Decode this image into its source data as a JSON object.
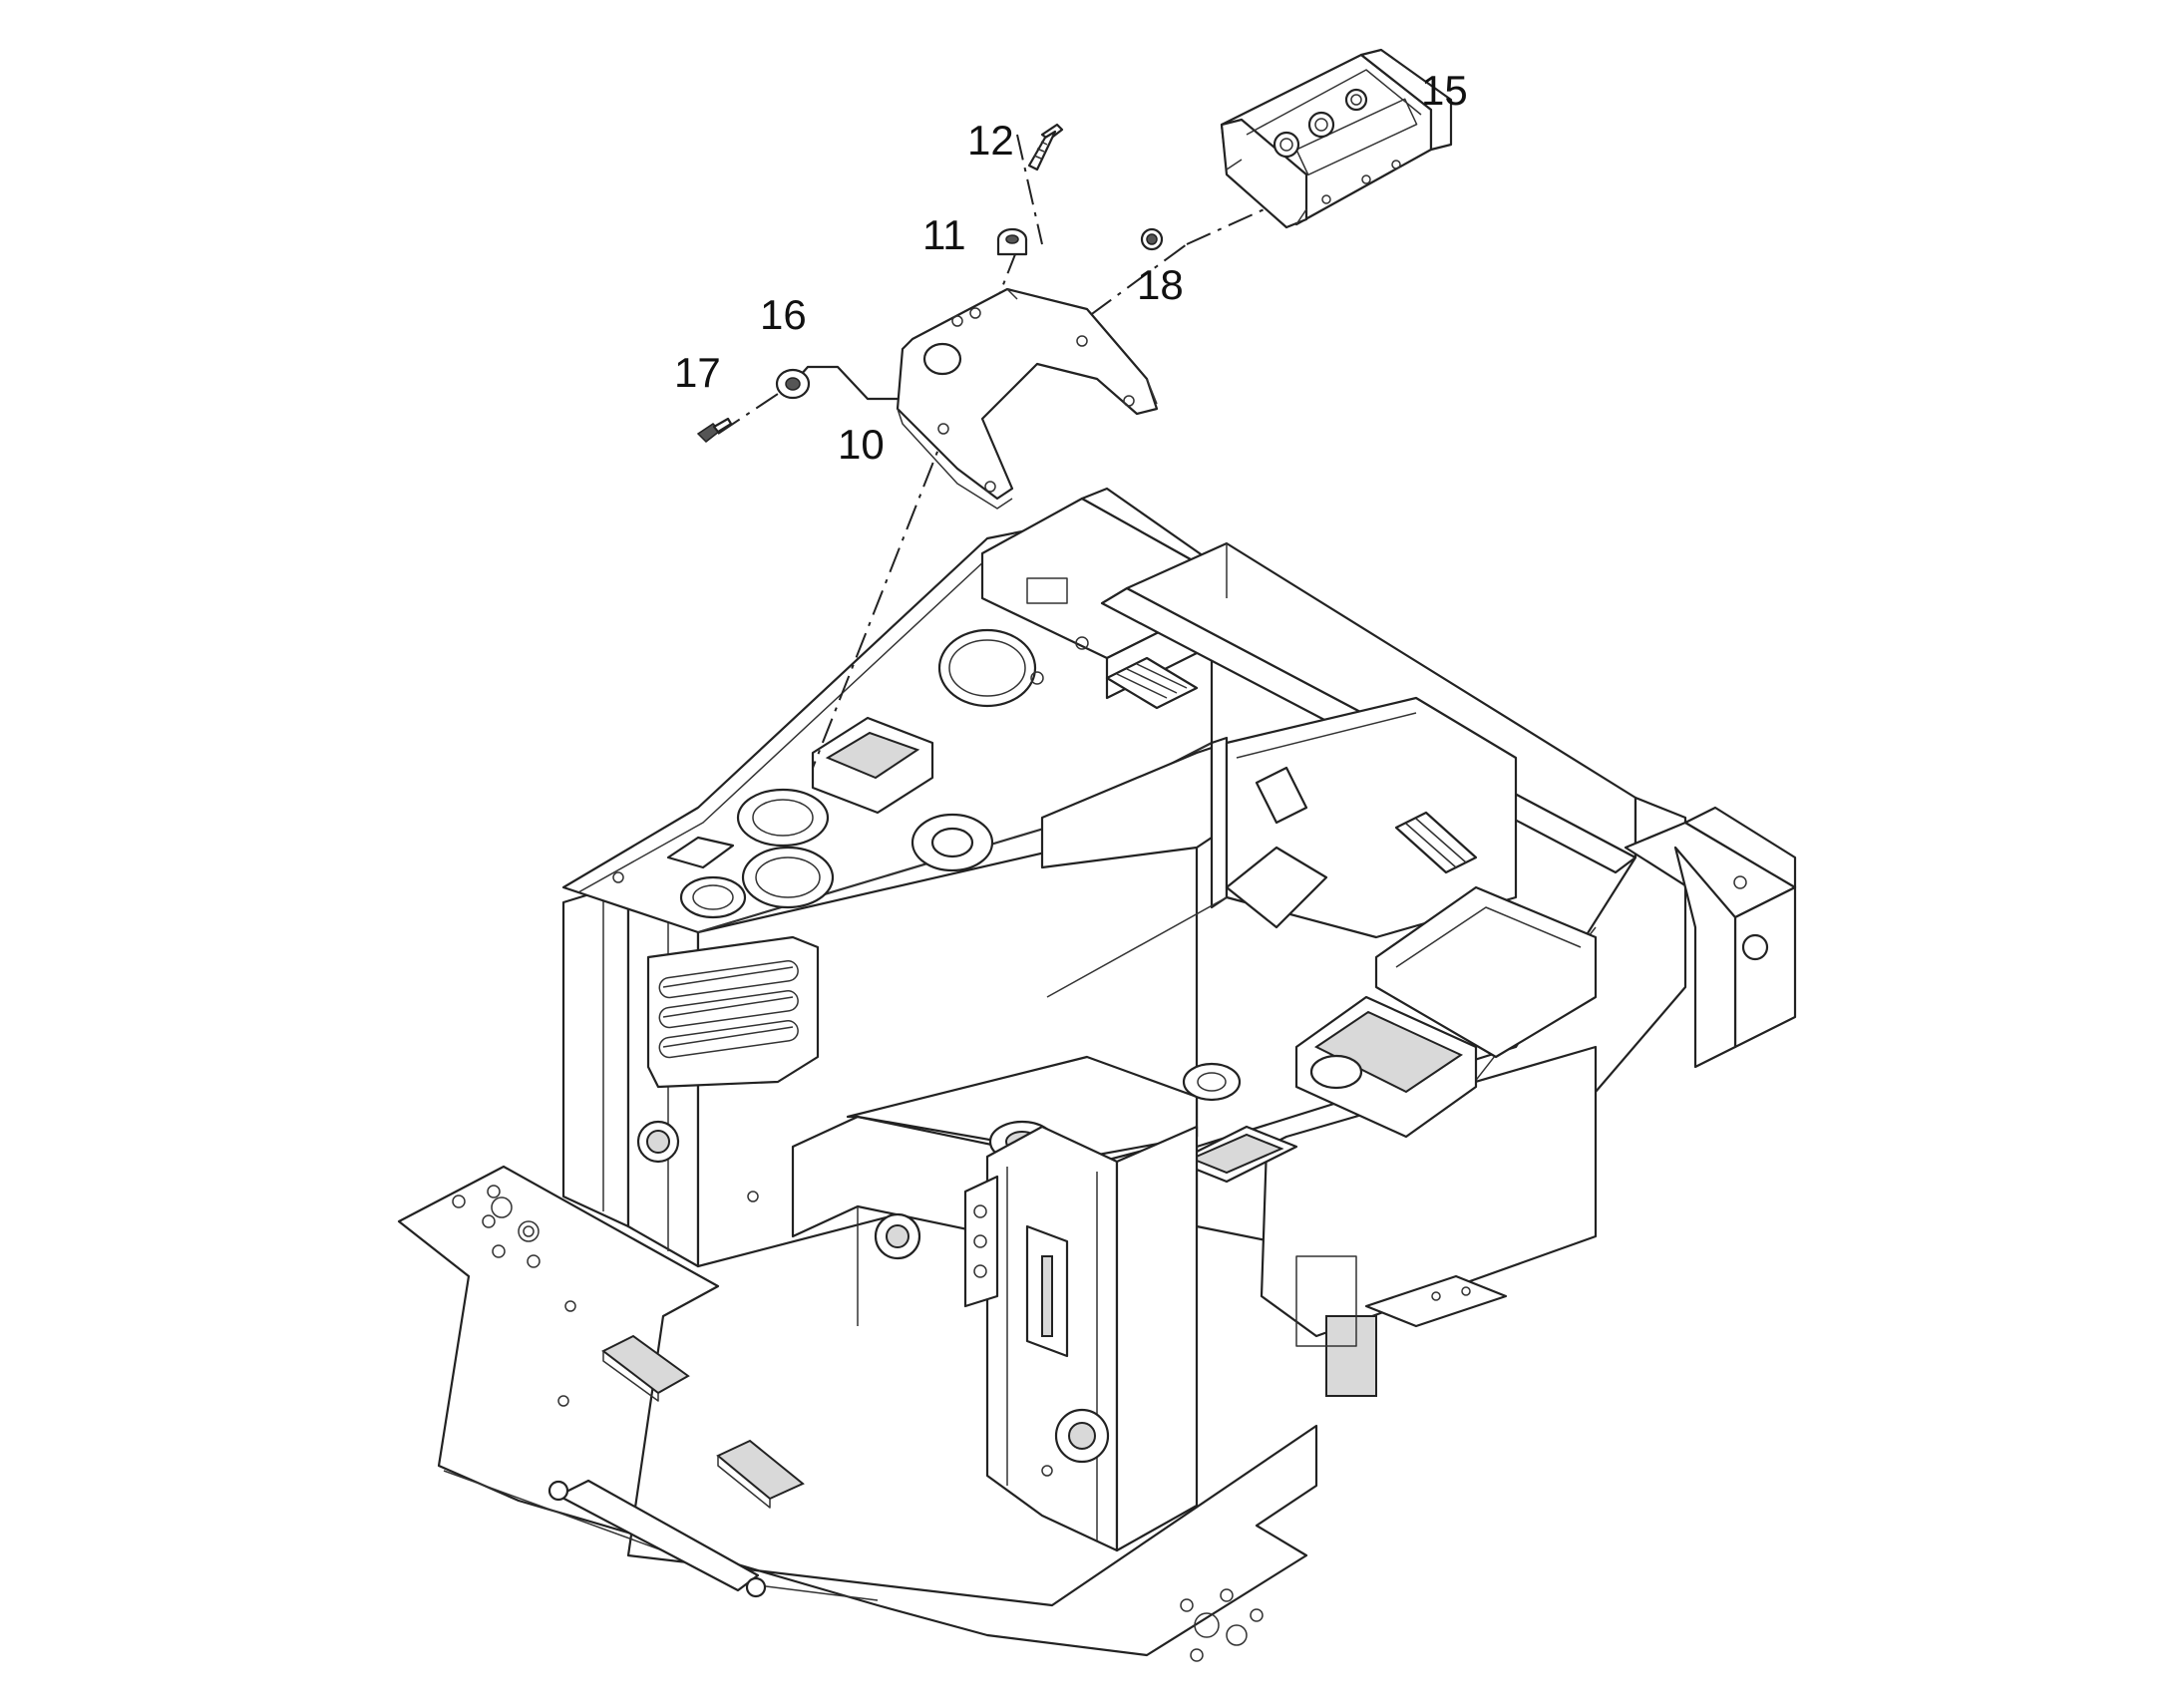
{
  "diagram": {
    "callouts": [
      {
        "id": "15",
        "label": "15"
      },
      {
        "id": "12",
        "label": "12"
      },
      {
        "id": "11",
        "label": "11"
      },
      {
        "id": "18",
        "label": "18"
      },
      {
        "id": "16",
        "label": "16"
      },
      {
        "id": "17",
        "label": "17"
      },
      {
        "id": "10",
        "label": "10"
      }
    ]
  }
}
